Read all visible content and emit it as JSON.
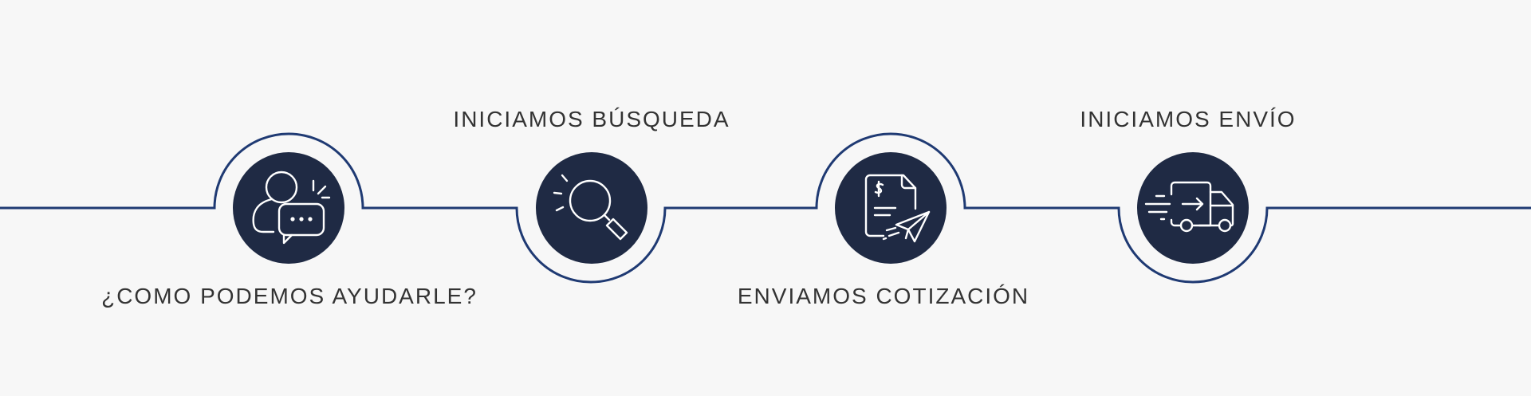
{
  "colors": {
    "background": "#f7f7f7",
    "circle_fill": "#1f2a44",
    "track_stroke": "#1f3a73",
    "icon_stroke": "#ffffff",
    "label_text": "#333333"
  },
  "steps": [
    {
      "label": "¿COMO PODEMOS AYUDARLE?",
      "icon": "person-chat-icon"
    },
    {
      "label": "INICIAMOS BÚSQUEDA",
      "icon": "magnifier-icon"
    },
    {
      "label": "ENVIAMOS COTIZACIÓN",
      "icon": "quote-document-send-icon"
    },
    {
      "label": "INICIAMOS ENVÍO",
      "icon": "delivery-truck-icon"
    }
  ]
}
